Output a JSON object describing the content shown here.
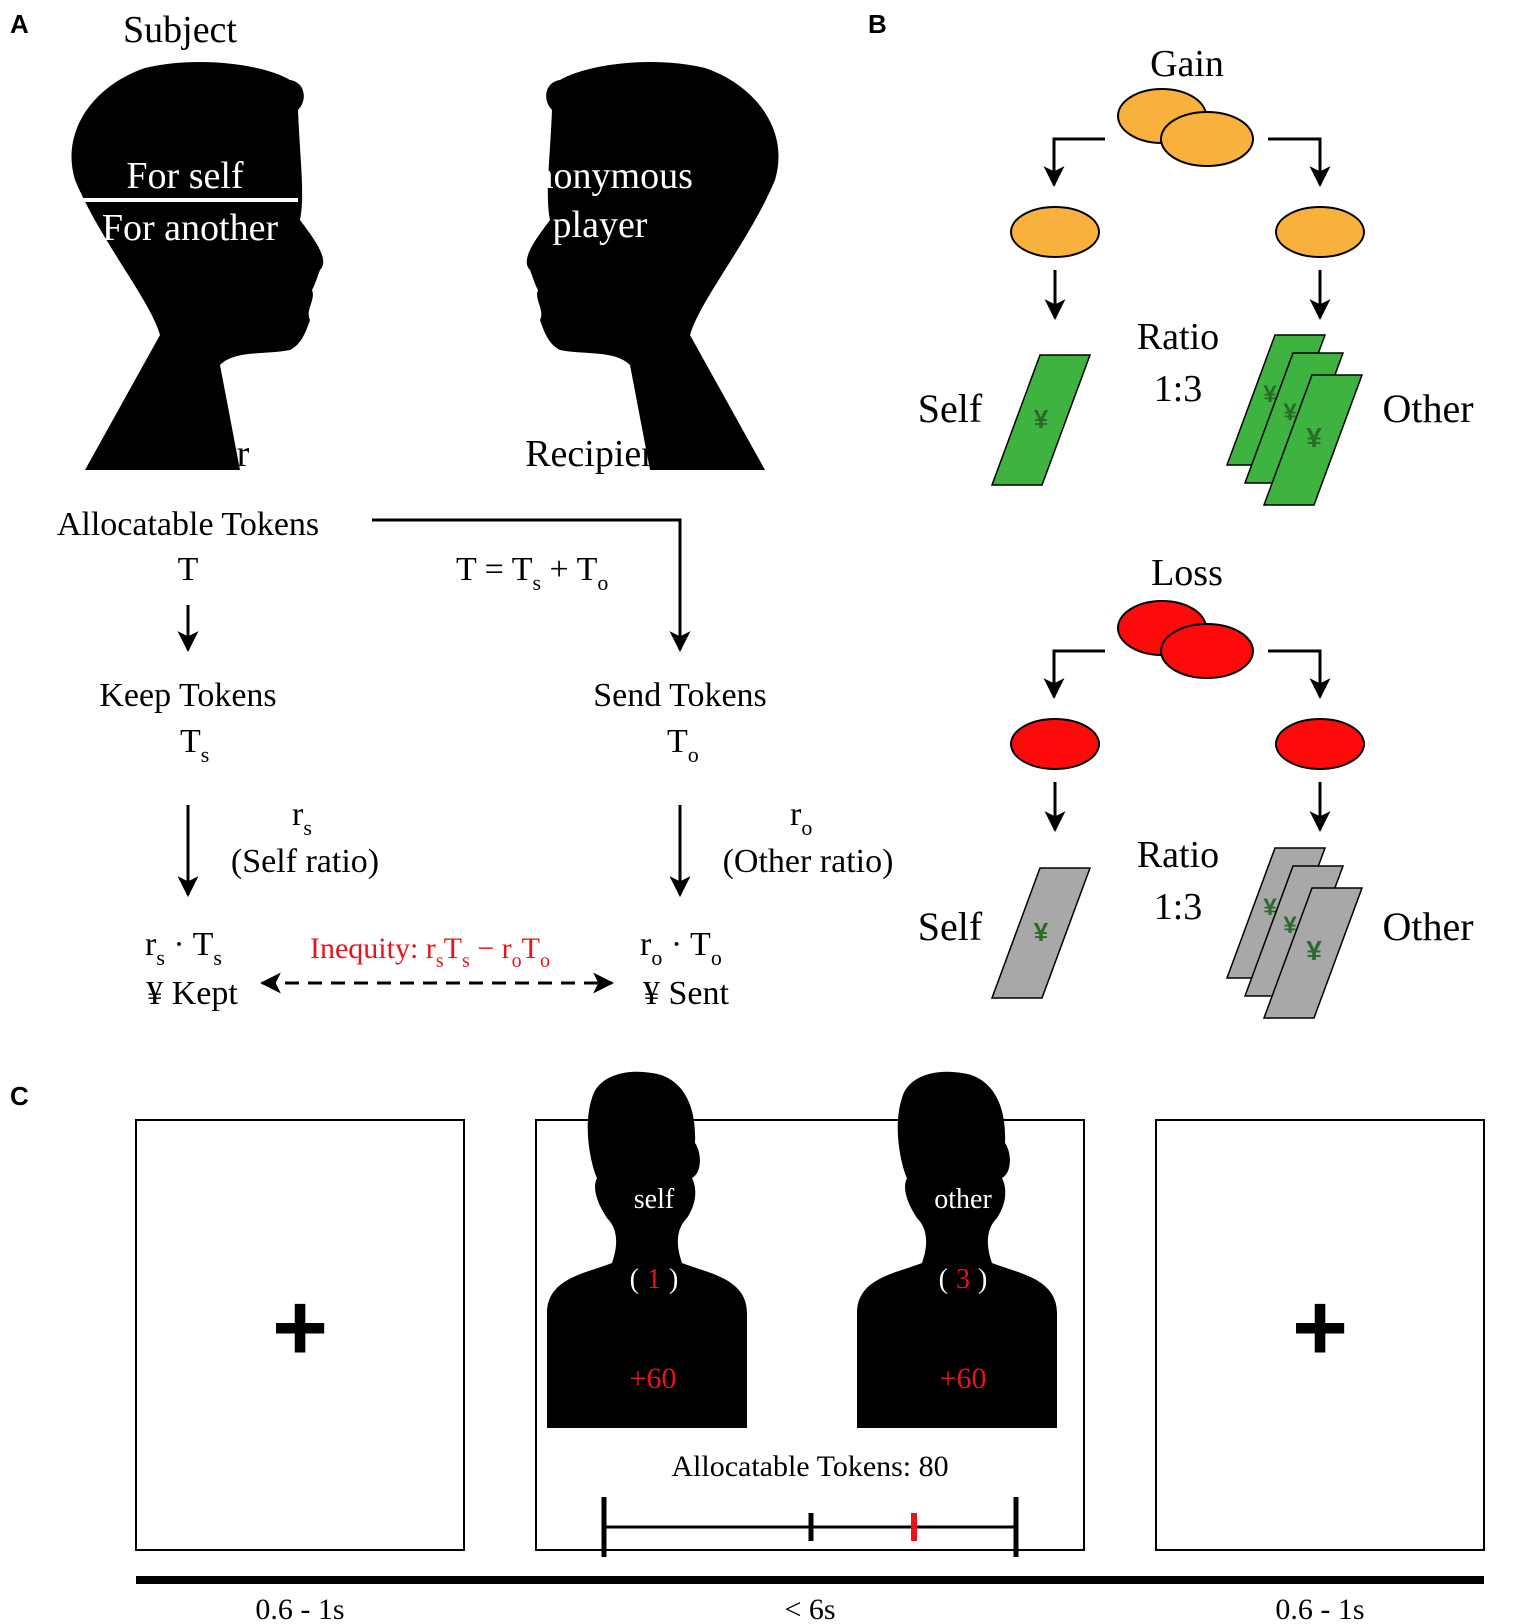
{
  "colors": {
    "black": "#000000",
    "red": "#e8141c",
    "gain_coin": "#f7b13c",
    "loss_coin": "#ff0a0a",
    "gain_bill": "#3fb33f",
    "loss_bill": "#a8a8a8",
    "yen_mark": "#2a6b2a"
  },
  "panel_a": {
    "letter": "A",
    "subject": "Subject",
    "head_top_text": "For self",
    "head_bottom_text": "For another",
    "other_head_line1": "Anonymous",
    "other_head_line2": "player",
    "dictator": "Dictator",
    "recipient": "Recipient",
    "allocatable": "Allocatable Tokens",
    "t": "T",
    "eq_t": "T = T",
    "eq_s": "s",
    "eq_plus": " + T",
    "eq_o": "o",
    "keep": "Keep Tokens",
    "ts_T": "T",
    "ts_sub": "s",
    "send": "Send Tokens",
    "to_T": "T",
    "to_sub": "o",
    "rs_r": "r",
    "rs_sub": "s",
    "self_ratio": "(Self ratio)",
    "ro_r": "r",
    "ro_sub": "o",
    "other_ratio": "(Other ratio)",
    "kept_r": "r",
    "kept_rsub": "s",
    "kept_dot": " · T",
    "kept_tsub": "s",
    "kept": "¥ Kept",
    "sent_r": "r",
    "sent_rsub": "o",
    "sent_dot": " · T",
    "sent_tsub": "o",
    "sent": "¥ Sent",
    "ineq_label": "Inequity: r",
    "ineq_s1": "s",
    "ineq_T": "T",
    "ineq_s2": "s",
    "ineq_minus": " − r",
    "ineq_o1": "o",
    "ineq_T2": "T",
    "ineq_o2": "o"
  },
  "panel_b": {
    "letter": "B",
    "gain": "Gain",
    "loss": "Loss",
    "ratio": "Ratio",
    "ratio_value": "1:3",
    "self": "Self",
    "other": "Other",
    "yen": "¥"
  },
  "panel_c": {
    "letter": "C",
    "self_label": "self",
    "other_label": "other",
    "self_ratio_open": "(",
    "self_ratio": "1",
    "self_ratio_close": ")",
    "other_ratio_open": "(",
    "other_ratio": "3",
    "other_ratio_close": ")",
    "self_amount": "+60",
    "other_amount": "+60",
    "allocatable": "Allocatable Tokens: 80",
    "fixation": "+",
    "time1": "0.6 - 1s",
    "time2": "< 6s",
    "time3": "0.6 - 1s"
  }
}
